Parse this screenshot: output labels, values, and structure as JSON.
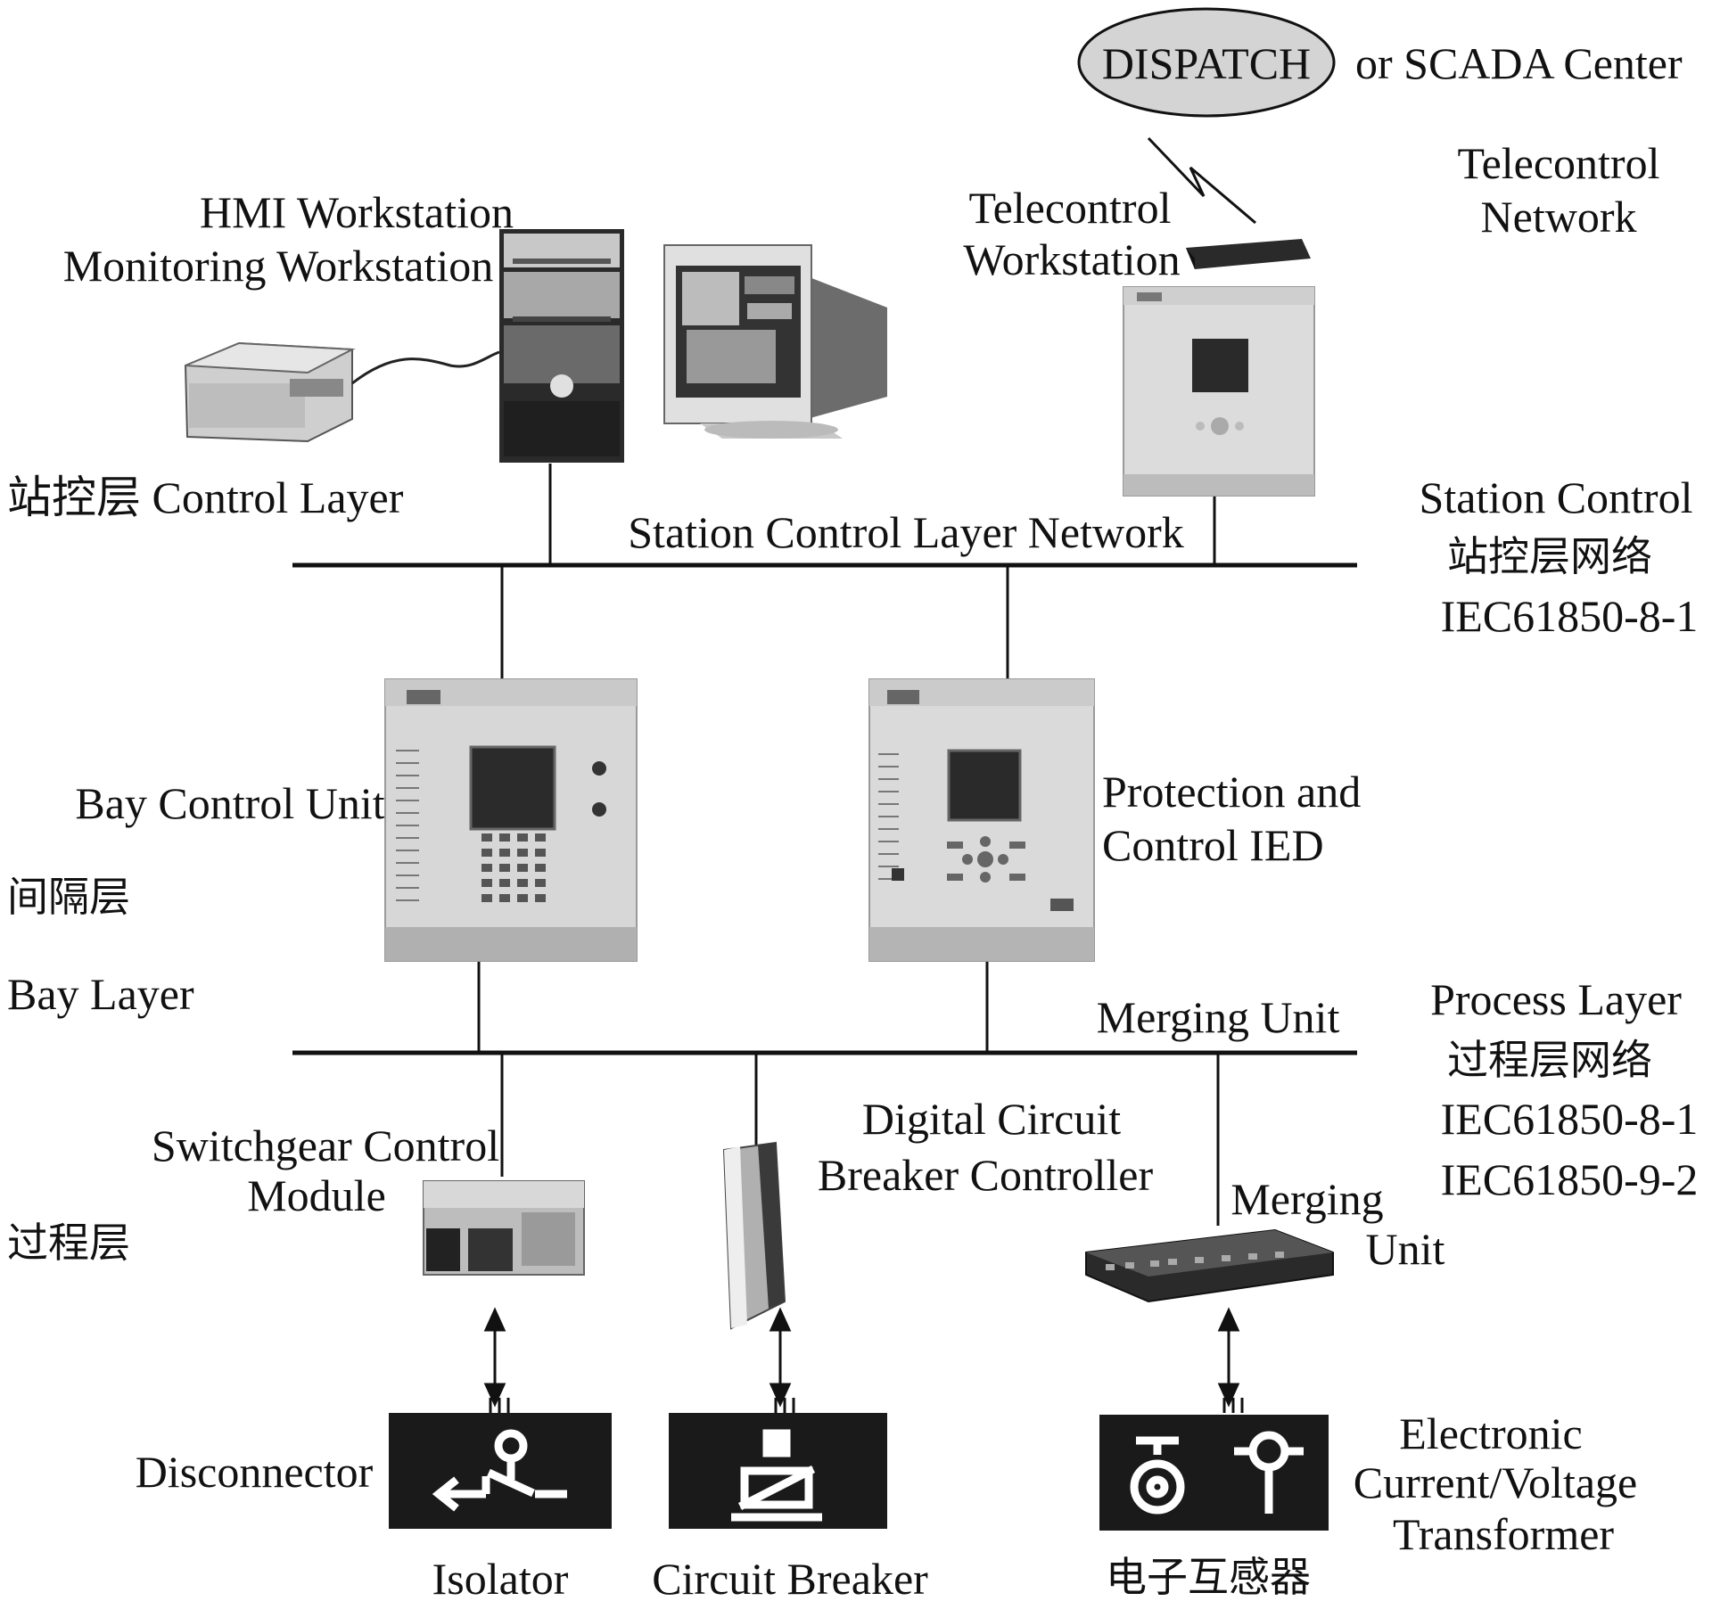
{
  "dispatch": {
    "ellipse_label": "DISPATCH",
    "suffix": "or SCADA Center"
  },
  "right_labels": {
    "telecontrol_network": [
      "Telecontrol",
      "Network"
    ],
    "station_control": [
      "Station Control",
      "站控层网络",
      "IEC61850-8-1"
    ],
    "process_layer": [
      "Process Layer",
      "过程层网络",
      "IEC61850-8-1",
      "IEC61850-9-2"
    ]
  },
  "left_labels": {
    "control_layer": "站控层 Control Layer",
    "bay_cn": "间隔层",
    "bay_en": "Bay Layer",
    "process_cn": "过程层"
  },
  "devices": {
    "hmi": [
      "HMI Workstation",
      "Monitoring Workstation"
    ],
    "telecontrol": [
      "Telecontrol",
      "Workstation"
    ],
    "bay_control_unit": "Bay Control Unit",
    "protection_ied": [
      "Protection and",
      "Control IED"
    ],
    "switchgear": [
      "Switchgear Control",
      "Module"
    ],
    "digital_breaker": [
      "Digital Circuit",
      "Breaker Controller"
    ],
    "merging_unit": [
      "Merging",
      "Unit"
    ],
    "disconnector": "Disconnector",
    "ect": [
      "Electronic",
      "Current/Voltage",
      "Transformer"
    ]
  },
  "networks": {
    "station": "Station Control Layer Network",
    "process_tag": "Merging Unit"
  },
  "bottom_labels": {
    "isolator": "Isolator",
    "circuit_breaker": "Circuit Breaker",
    "transformer_cn": "电子互感器"
  },
  "colors": {
    "line": "#111111",
    "panel": "#d9d9d9",
    "panel_dark": "#a9a9a9",
    "dispatch_fill": "#d4d4d4",
    "symbol_box": "#1a1a1a"
  }
}
